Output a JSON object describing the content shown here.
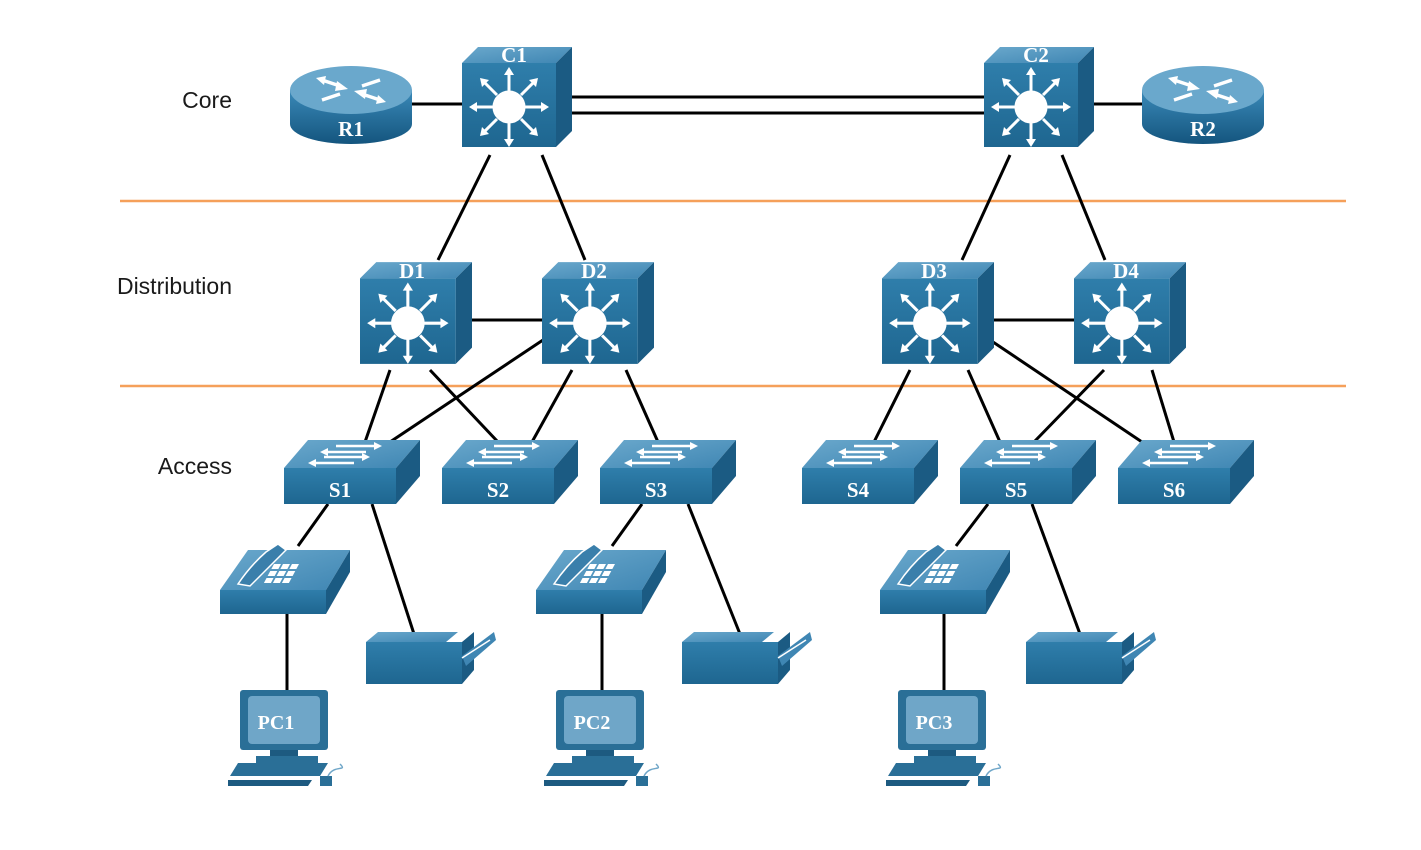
{
  "layers": {
    "core": "Core",
    "distribution": "Distribution",
    "access": "Access"
  },
  "devices": {
    "routers": [
      "R1",
      "R2"
    ],
    "core_switches": [
      "C1",
      "C2"
    ],
    "distribution_switches": [
      "D1",
      "D2",
      "D3",
      "D4"
    ],
    "access_switches": [
      "S1",
      "S2",
      "S3",
      "S4",
      "S5",
      "S6"
    ],
    "pcs": [
      "PC1",
      "PC2",
      "PC3"
    ]
  },
  "colors": {
    "device_blue": "#2a6f97",
    "device_dark": "#1d5a80",
    "divider_orange": "#f5a05a",
    "link": "#000000"
  }
}
